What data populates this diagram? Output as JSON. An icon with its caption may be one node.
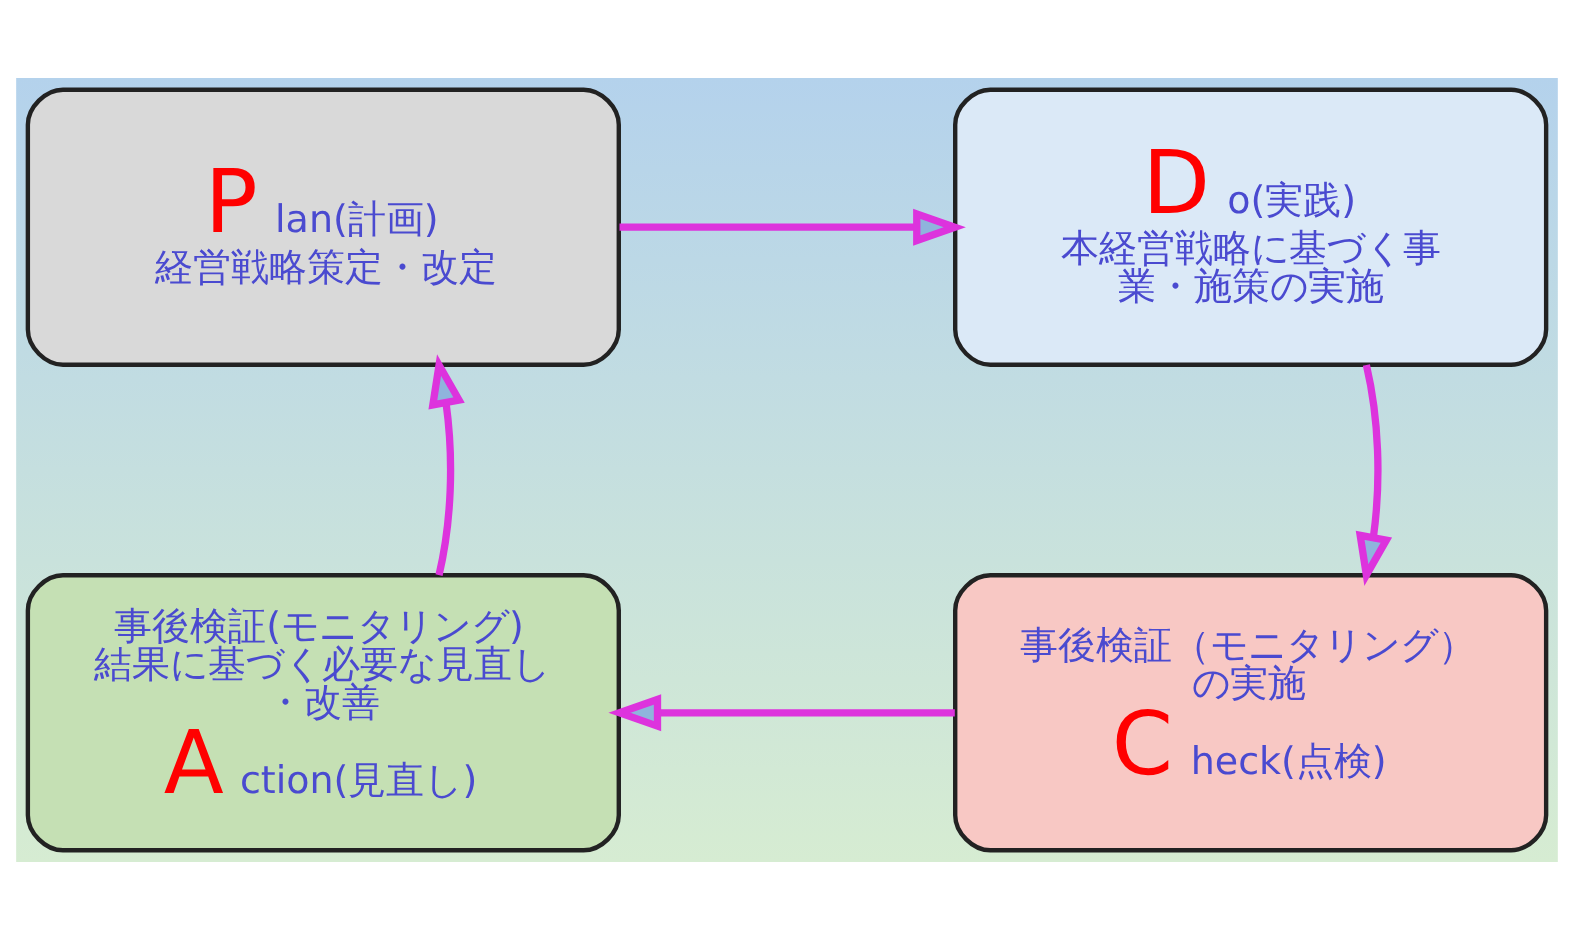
{
  "diagram": {
    "nodes": [
      {
        "text": [
          "Plan(計画)",
          "経営戦略策定・改定"
        ]
      },
      {
        "text": [
          "Do(実践)",
          "本経営戦略に基づく事業・施策の実施"
        ]
      },
      {
        "text": [
          "事後検証(モニタリング)結果に基づく必要な見直し・改善",
          "Action(見直し)"
        ]
      },
      {
        "text": [
          "事後検証（モニタリング）の実施",
          "Check(点検)"
        ]
      }
    ],
    "edges": [
      {
        "from": 0,
        "to": 1,
        "arrow": "to"
      },
      {
        "from": 1,
        "to": 3,
        "arrow": "to"
      },
      {
        "from": 3,
        "to": 2,
        "arrow": "to"
      },
      {
        "from": 2,
        "to": 0,
        "arrow": "to"
      }
    ]
  }
}
